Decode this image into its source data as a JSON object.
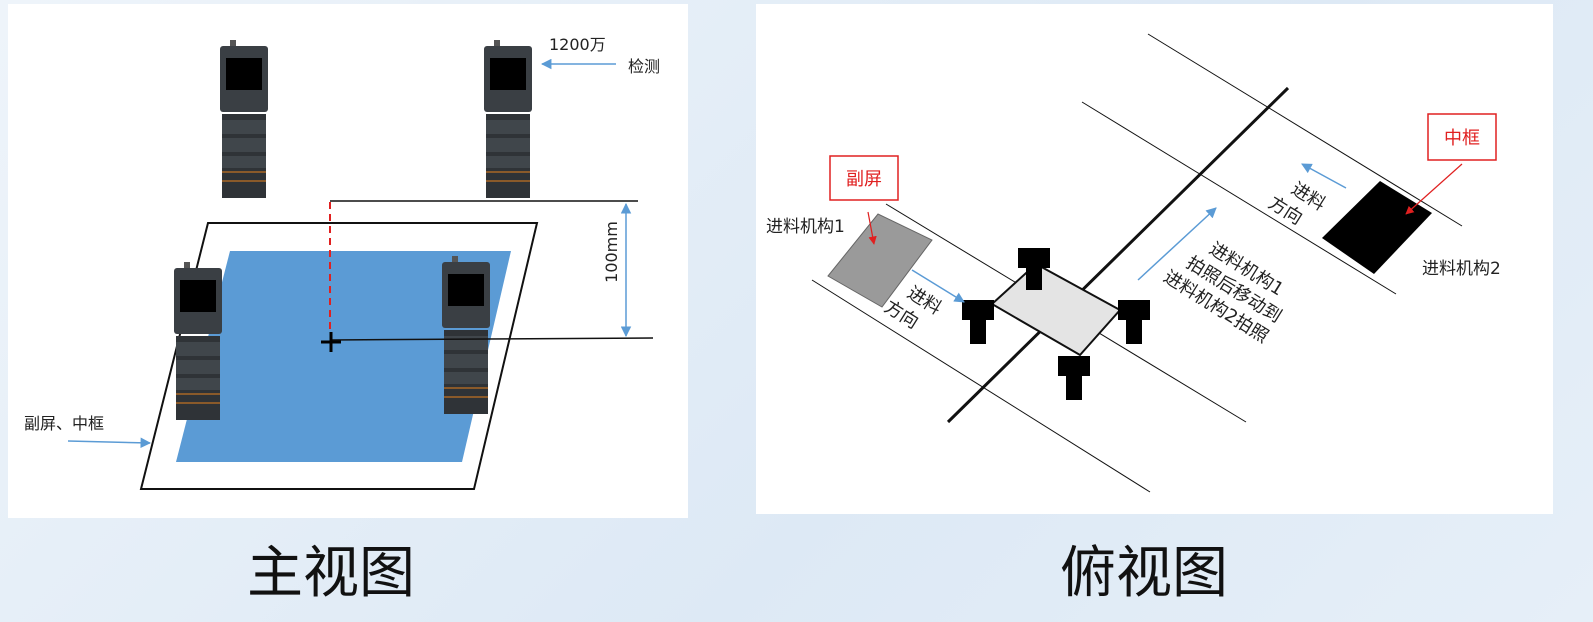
{
  "front_view": {
    "caption": "主视图",
    "label_resolution": "1200万",
    "label_inspect": "检测",
    "label_distance": "100mm",
    "label_parts": "副屏、中框"
  },
  "top_view": {
    "caption": "俯视图",
    "label_subscreen": "副屏",
    "label_midframe": "中框",
    "label_feeder1": "进料机构1",
    "label_feeder2": "进料机构2",
    "label_feed_dir_1_line1": "进料",
    "label_feed_dir_1_line2": "方向",
    "label_feed_dir_2_line1": "进料",
    "label_feed_dir_2_line2": "方向",
    "label_process_line1": "进料机构1",
    "label_process_line2": "拍照后移动到",
    "label_process_line3": "进料机构2拍照"
  },
  "colors": {
    "plate_blue": "#5b9bd5",
    "arrow_blue": "#5b9bd5",
    "label_red": "#e02020",
    "camera_dark": "#3a3f44"
  }
}
